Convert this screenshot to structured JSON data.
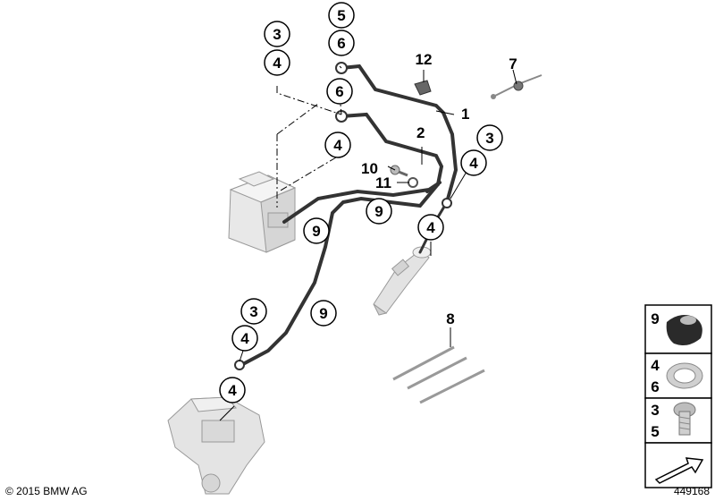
{
  "callouts": {
    "c5_top": "5",
    "c6_top": "6",
    "c3_left": "3",
    "c4_left": "4",
    "c6_mid": "6",
    "c4_mid": "4",
    "c3_right": "3",
    "c4_right": "4",
    "c4_master": "4",
    "c9_a": "9",
    "c9_b": "9",
    "c9_c": "9",
    "c3_low": "3",
    "c4_low": "4",
    "c4_caliper": "4"
  },
  "labels": {
    "l1": "1",
    "l2": "2",
    "l7": "7",
    "l8": "8",
    "l10": "10",
    "l11": "11",
    "l12": "12"
  },
  "legend": {
    "row1_a": "9",
    "row2_a": "4",
    "row2_b": "6",
    "row3_a": "3",
    "row3_b": "5"
  },
  "footer": {
    "copyright": "© 2015 BMW AG",
    "diagram_number": "449168"
  },
  "colors": {
    "line": "#000000",
    "part_fill": "#e6e6e6",
    "part_stroke": "#888888",
    "hose": "#333333"
  }
}
